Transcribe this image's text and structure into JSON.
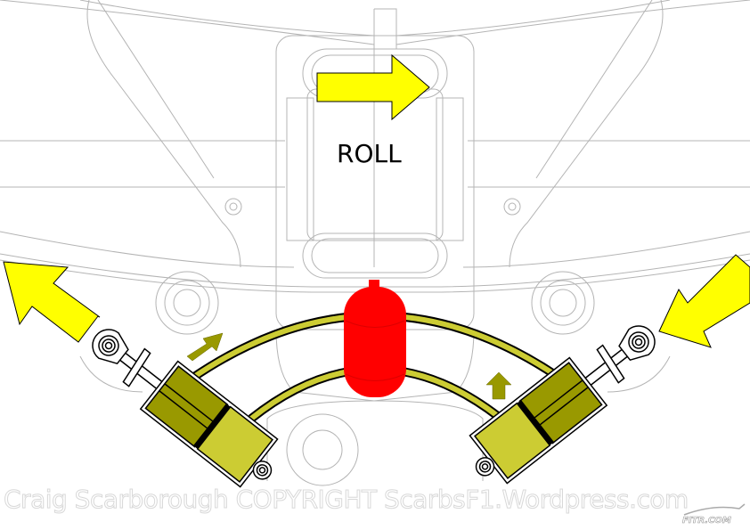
{
  "diagram": {
    "label": "ROLL",
    "watermark": "Craig Scarborough COPYRIGHT ScarbsF1.Wordpress.com",
    "logo": "FITR.COM",
    "colors": {
      "arrow": "#ffff00",
      "damper_dark": "#999900",
      "damper_light": "#cccc33",
      "accumulator": "#ff0000",
      "hose": "#cccc33"
    },
    "icons": [
      "roll-arrow-right",
      "force-arrow-up-left",
      "force-arrow-down-left",
      "flow-arrow-left",
      "flow-arrow-right"
    ]
  }
}
